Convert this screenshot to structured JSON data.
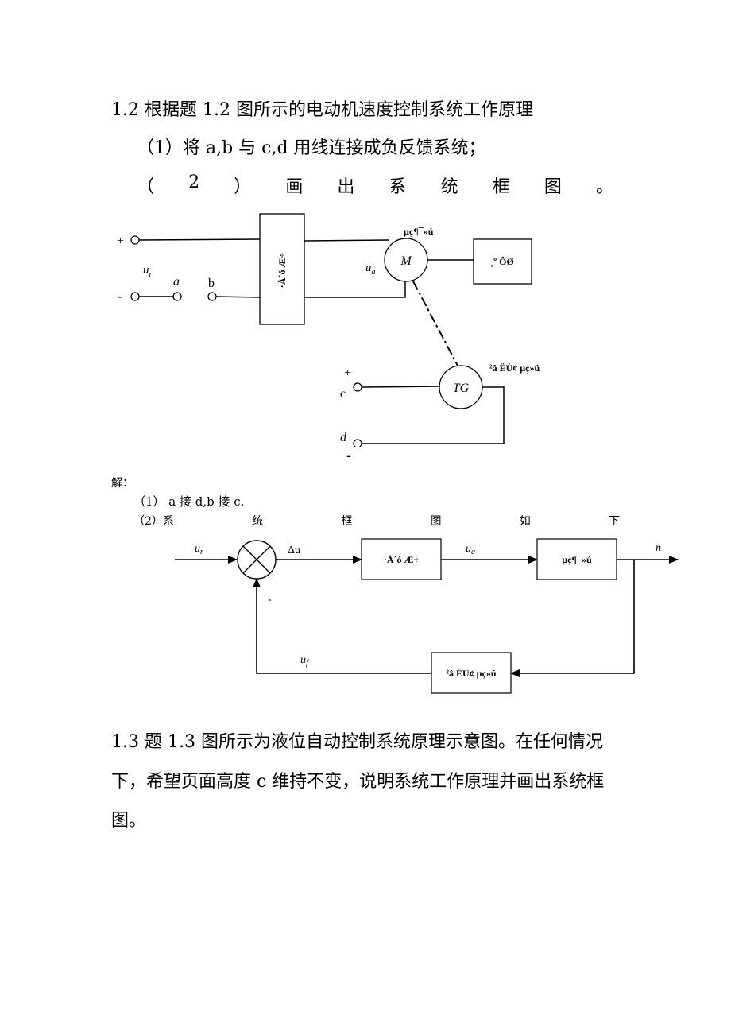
{
  "problem_1_2": {
    "title": "1.2 根据题 1.2 图所示的电动机速度控制系统工作原理",
    "item_1": "（1）将 a,b 与 c,d 用线连接成负反馈系统；",
    "item_2_chars": [
      "（",
      "2",
      "）",
      "画",
      "出",
      "系",
      "统",
      "框",
      "图",
      "。"
    ]
  },
  "circuit": {
    "plus": "+",
    "minus": "-",
    "ur_label": "u",
    "ur_sub": "r",
    "a": "a",
    "b": "b",
    "amplifier_label": "·Å´ó Æ÷",
    "motor_label": "µç¶¯»ú",
    "motor_symbol": "M",
    "ua_label": "u",
    "ua_sub": "a",
    "load_label": "¸º ÔØ",
    "tg_label": "²â ËÙ¢ µç»ú",
    "tg_symbol": "TG",
    "c": "c",
    "d": "d",
    "c_plus": "+",
    "d_minus": "-"
  },
  "solution": {
    "heading": "解：",
    "answer_1": "（1）  a 接 d,b 接 c.",
    "answer_2_chars": [
      "（2）系",
      "统",
      "框",
      "图",
      "如",
      "下"
    ]
  },
  "block_diagram": {
    "input_label": "u",
    "input_sub": "r",
    "error_label": "Δu",
    "amplifier_block": "·Å´ó Æ÷",
    "ua_label": "u",
    "ua_sub": "a",
    "motor_block": "µç¶¯»ú",
    "output_label": "n",
    "feedback_sign": "-",
    "uf_label": "u",
    "uf_sub": "f",
    "tach_block": "²â ËÙ¢ µç»ú"
  },
  "problem_1_3": {
    "line_1": "1.3 题 1.3 图所示为液位自动控制系统原理示意图。在任何情况",
    "line_2": "下，希望页面高度 c 维持不变，说明系统工作原理并画出系统框",
    "line_3": "图。"
  }
}
